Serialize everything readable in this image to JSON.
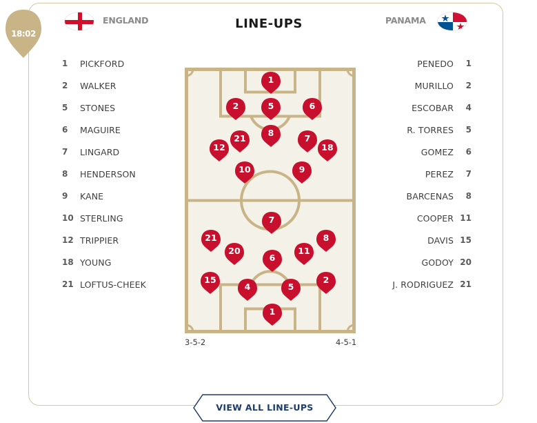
{
  "match": {
    "time": "18:02",
    "title": "LINE-UPS"
  },
  "home": {
    "name": "ENGLAND",
    "flag_icon": "england-flag-icon",
    "formation": "3-5-2",
    "players": [
      {
        "num": "1",
        "name": "PICKFORD"
      },
      {
        "num": "2",
        "name": "WALKER"
      },
      {
        "num": "5",
        "name": "STONES"
      },
      {
        "num": "6",
        "name": "MAGUIRE"
      },
      {
        "num": "7",
        "name": "LINGARD"
      },
      {
        "num": "8",
        "name": "HENDERSON"
      },
      {
        "num": "9",
        "name": "KANE"
      },
      {
        "num": "10",
        "name": "STERLING"
      },
      {
        "num": "12",
        "name": "TRIPPIER"
      },
      {
        "num": "18",
        "name": "YOUNG"
      },
      {
        "num": "21",
        "name": "LOFTUS-CHEEK"
      }
    ]
  },
  "away": {
    "name": "PANAMA",
    "flag_icon": "panama-flag-icon",
    "formation": "4-5-1",
    "players": [
      {
        "num": "1",
        "name": "PENEDO"
      },
      {
        "num": "2",
        "name": "MURILLO"
      },
      {
        "num": "4",
        "name": "ESCOBAR"
      },
      {
        "num": "5",
        "name": "R. TORRES"
      },
      {
        "num": "6",
        "name": "GOMEZ"
      },
      {
        "num": "7",
        "name": "PEREZ"
      },
      {
        "num": "8",
        "name": "BARCENAS"
      },
      {
        "num": "11",
        "name": "COOPER"
      },
      {
        "num": "15",
        "name": "DAVIS"
      },
      {
        "num": "20",
        "name": "GODOY"
      },
      {
        "num": "21",
        "name": "J. RODRIGUEZ"
      }
    ]
  },
  "pitch": {
    "top_markers": [
      "1",
      "2",
      "5",
      "6",
      "8",
      "21",
      "7",
      "12",
      "18",
      "10",
      "9"
    ],
    "bottom_markers": [
      "7",
      "21",
      "8",
      "20",
      "11",
      "6",
      "15",
      "4",
      "5",
      "2",
      "1"
    ]
  },
  "actions": {
    "view_all": "VIEW ALL LINE-UPS"
  },
  "colors": {
    "gold": "#c8b486",
    "marker_red": "#c8102e",
    "pitch_bg": "#f4f1e8",
    "button_navy": "#1d3c6e"
  }
}
